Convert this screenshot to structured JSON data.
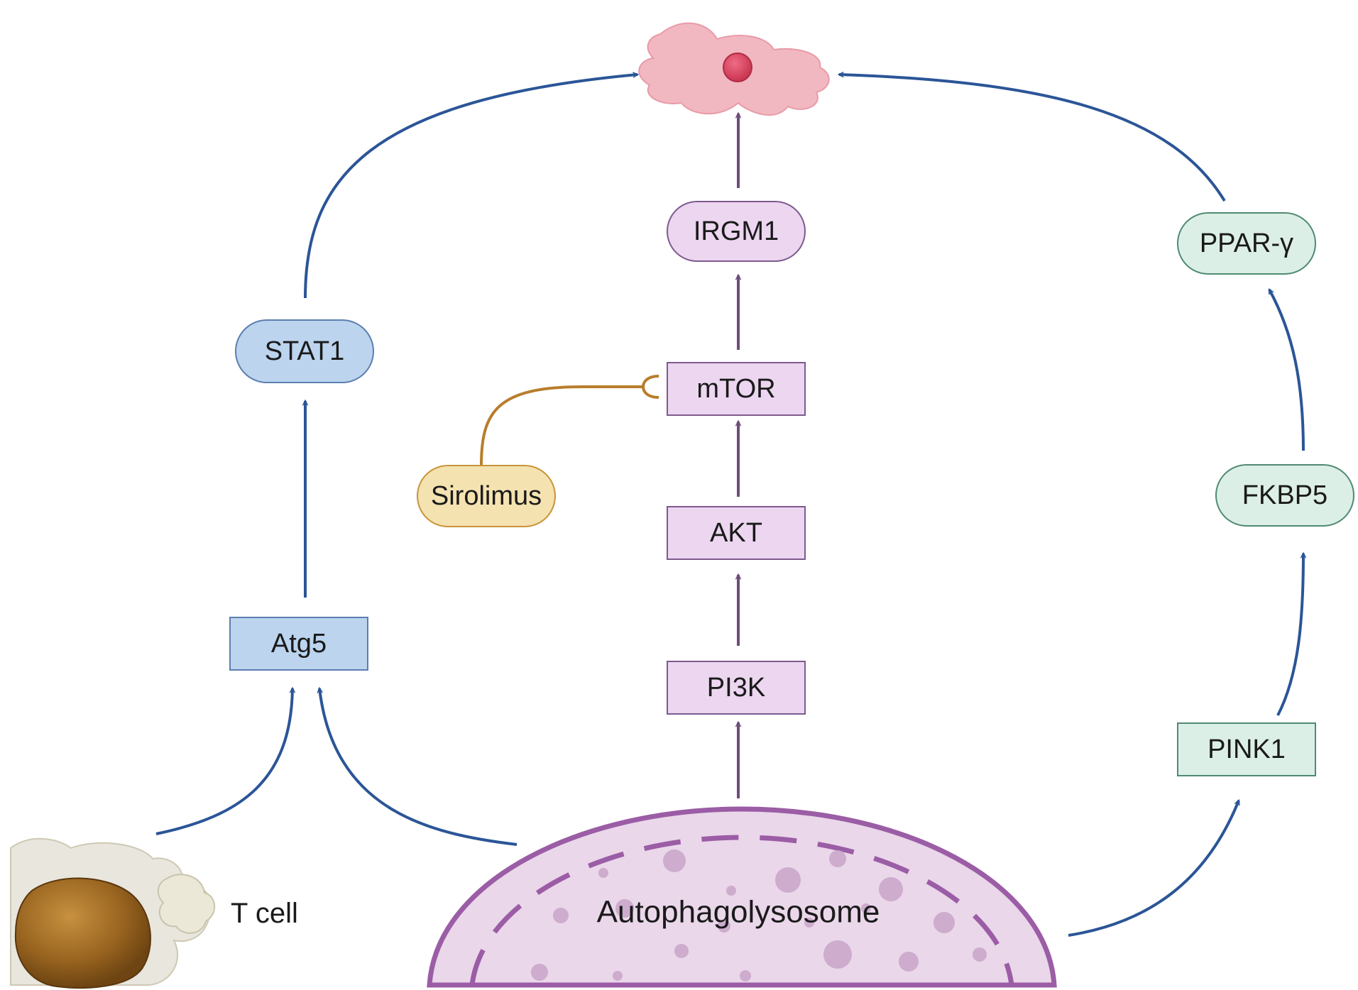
{
  "nodes": {
    "stat1": "STAT1",
    "atg5": "Atg5",
    "irgm1": "IRGM1",
    "mtor": "mTOR",
    "akt": "AKT",
    "pi3k": "PI3K",
    "sirolimus": "Sirolimus",
    "ppar": "PPAR-γ",
    "fkbp5": "FKBP5",
    "pink1": "PINK1",
    "tcell": "T cell",
    "autophagolysosome": "Autophagolysosome"
  },
  "colors": {
    "blue_fill": "#bcd4ee",
    "blue_stroke": "#5c7fb0",
    "purple_fill": "#ecd6f0",
    "purple_stroke": "#7d5a8e",
    "green_fill": "#dcefe6",
    "green_stroke": "#4f8a73",
    "yellow_fill": "#f4e2b0",
    "yellow_stroke": "#c8943a",
    "arrow_blue": "#2b5597",
    "arrow_purple": "#6d4d7a",
    "inhibit_orange": "#b87d2b",
    "cell_pink": "#f2b8c1",
    "lysosome_fill": "#ead7ea",
    "lysosome_stroke": "#9b5da5"
  }
}
